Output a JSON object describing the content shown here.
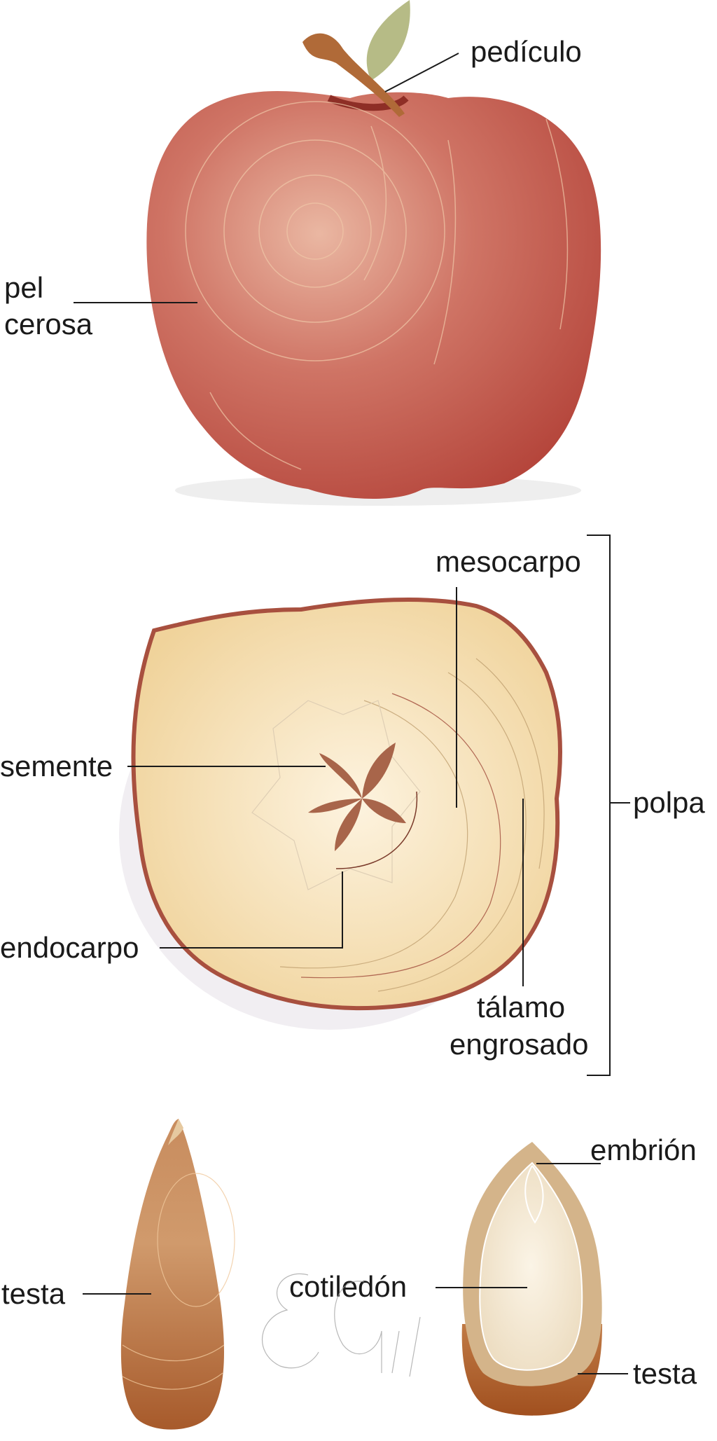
{
  "labels": {
    "pediculo": "pedículo",
    "pel_line1": "pel",
    "pel_line2": "cerosa",
    "mesocarpo": "mesocarpo",
    "polpa": "polpa",
    "semente": "semente",
    "endocarpo": "endocarpo",
    "talamo_line1": "tálamo",
    "talamo_line2": "engrosado",
    "testa_left": "testa",
    "embrion": "embrión",
    "cotiledon": "cotiledón",
    "testa_right": "testa"
  },
  "watermark": "EGU",
  "colors": {
    "apple_skin": "#c0554a",
    "flesh": "#f3d9a4",
    "flesh_rim": "#a8503f",
    "seed": "#b97a4c",
    "leaf": "#b6bb86"
  }
}
